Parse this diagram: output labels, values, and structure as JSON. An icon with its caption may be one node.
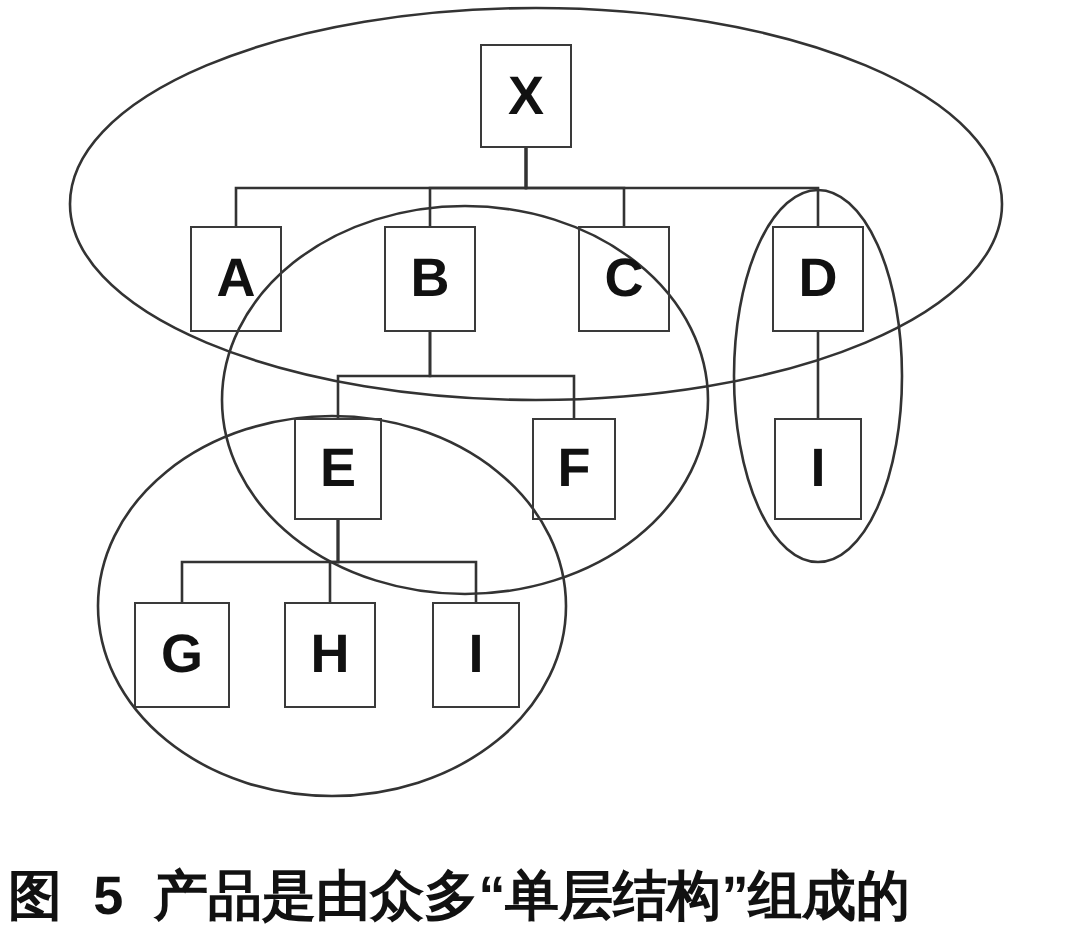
{
  "diagram": {
    "nodes": [
      {
        "text": [
          "X"
        ]
      },
      {
        "text": [
          "A"
        ]
      },
      {
        "text": [
          "B"
        ]
      },
      {
        "text": [
          "C"
        ]
      },
      {
        "text": [
          "D"
        ]
      },
      {
        "text": [
          "E"
        ]
      },
      {
        "text": [
          "F"
        ]
      },
      {
        "text": [
          "I"
        ]
      },
      {
        "text": [
          "G"
        ]
      },
      {
        "text": [
          "H"
        ]
      },
      {
        "text": [
          "I"
        ]
      }
    ],
    "edges": [
      {
        "from": 0,
        "to": 1,
        "arrow": "none"
      },
      {
        "from": 0,
        "to": 2,
        "arrow": "none"
      },
      {
        "from": 0,
        "to": 3,
        "arrow": "none"
      },
      {
        "from": 0,
        "to": 4,
        "arrow": "none"
      },
      {
        "from": 2,
        "to": 5,
        "arrow": "none"
      },
      {
        "from": 2,
        "to": 6,
        "arrow": "none"
      },
      {
        "from": 4,
        "to": 7,
        "arrow": "none"
      },
      {
        "from": 5,
        "to": 8,
        "arrow": "none"
      },
      {
        "from": 5,
        "to": 9,
        "arrow": "none"
      },
      {
        "from": 5,
        "to": 10,
        "arrow": "none"
      }
    ],
    "caption": "图 5 产品是由众多“单层结构”组成的"
  }
}
